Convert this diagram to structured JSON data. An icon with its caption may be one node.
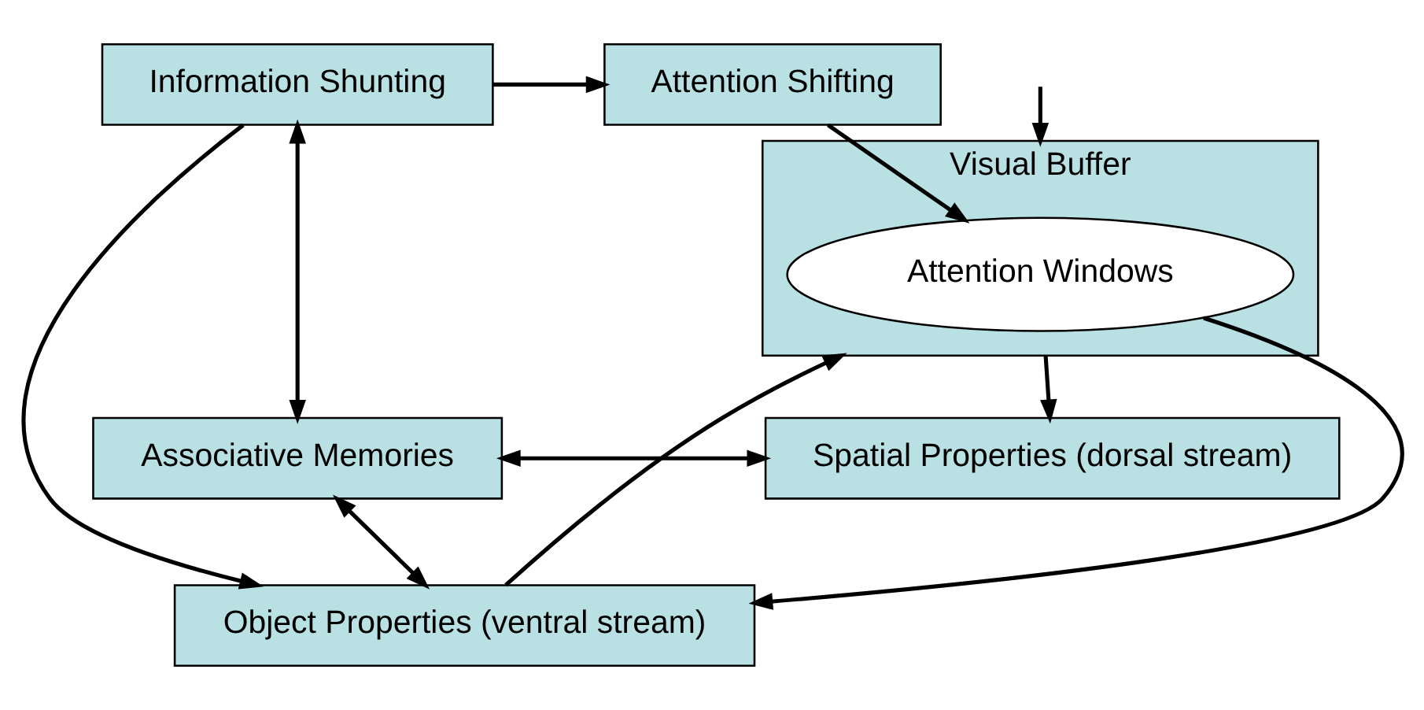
{
  "diagram": {
    "nodes": [
      {
        "text": [
          "Information Shunting"
        ]
      },
      {
        "text": [
          "Attention Shifting"
        ]
      },
      {
        "text": [
          "Associative Memories"
        ]
      },
      {
        "text": [
          "Spatial Properties (dorsal stream)"
        ]
      },
      {
        "text": [
          "Visual Buffer"
        ]
      },
      {
        "text": [
          "Attention Windows"
        ],
        "in": 4
      },
      {
        "text": [
          "Object Properties (ventral stream)"
        ]
      }
    ],
    "edges": [
      {
        "from": 0,
        "to": 1,
        "arrow": "to"
      },
      {
        "from": 1,
        "to": 5,
        "arrow": "to"
      },
      {
        "from": 0,
        "to": 2,
        "arrow": "both"
      },
      {
        "from": 2,
        "to": 3,
        "arrow": "both"
      },
      {
        "from": 4,
        "to": 3,
        "arrow": "to"
      },
      {
        "from": 2,
        "to": 6,
        "arrow": "both"
      },
      {
        "from": 5,
        "to": 6,
        "arrow": "to"
      },
      {
        "from": 6,
        "to": 4,
        "arrow": "to"
      },
      {
        "from": null,
        "to": 4,
        "arrow": "to"
      },
      {
        "from": 0,
        "to": 6,
        "arrow": "to"
      }
    ]
  }
}
